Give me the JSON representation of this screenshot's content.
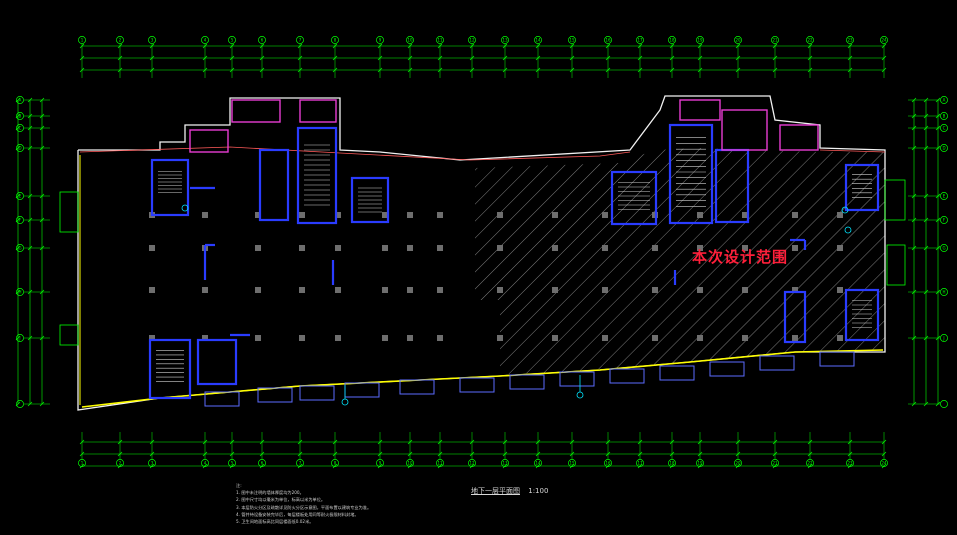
{
  "drawing": {
    "scope_label": "本次设计范围",
    "title": "地下一层平面图",
    "scale": "1:100",
    "notes_heading": "注:",
    "notes": [
      "1. 图中未注明的墙体厚度均为200。",
      "2. 图中尺寸均以毫米为单位，标高以米为单位。",
      "3. 本层防火分区及疏散详见防火分区示意图，平面布置以建筑专业为准。",
      "4. 管井待设备安装完毕后，每层楼板处用同等耐火极限材料封堵。",
      "5. 卫生间地面标高比同层楼面低0.02米。"
    ]
  },
  "grid": {
    "columns": [
      "1",
      "2",
      "3",
      "4",
      "5",
      "6",
      "7",
      "8",
      "9",
      "10",
      "11",
      "12",
      "13",
      "14",
      "15",
      "16",
      "17",
      "18",
      "19",
      "20",
      "21",
      "22",
      "23",
      "24"
    ],
    "rows": [
      "A",
      "B",
      "C",
      "D",
      "E",
      "F",
      "G",
      "H",
      "J"
    ]
  },
  "colors": {
    "background": "#000000",
    "dimension": "#00ff00",
    "wall": "#2a3cff",
    "outline": "#ffffff",
    "hatch": "#9a9a9a",
    "column": "#6e6e6e",
    "sanitary": "#e83cd2",
    "highlight": "#ffff00",
    "scope_text": "#ff1f3a",
    "cyan": "#00e5ff"
  }
}
